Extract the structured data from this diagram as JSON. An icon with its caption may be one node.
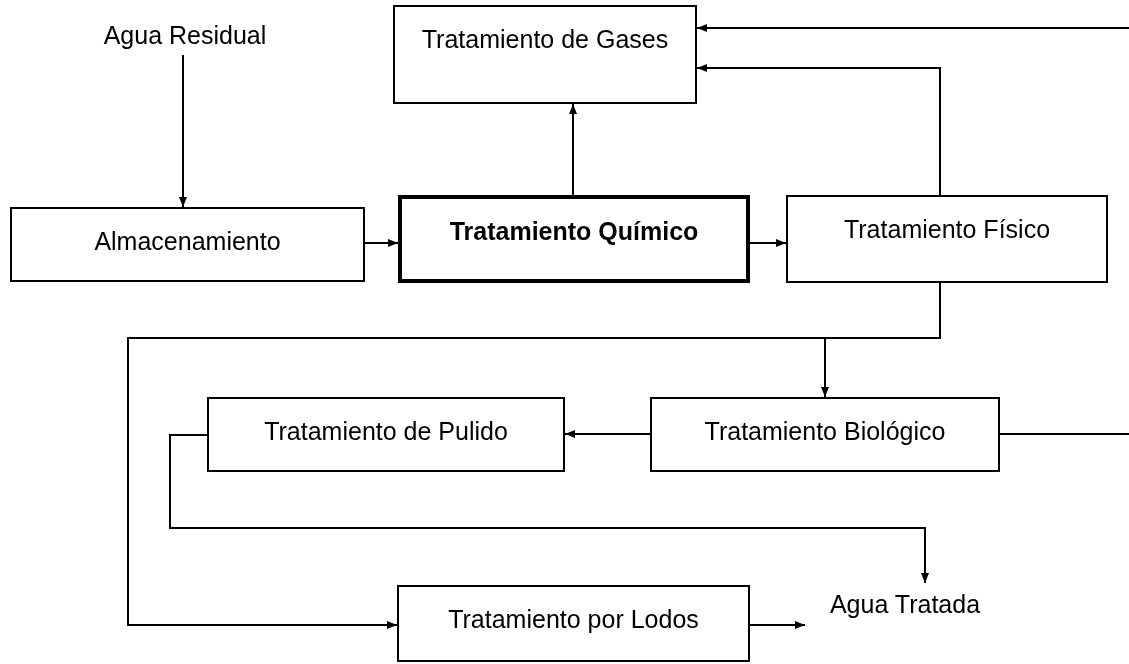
{
  "diagram": {
    "nodes": [
      {
        "text": [
          "Agua Residual"
        ]
      },
      {
        "text": [
          "Tratamiento de Gases"
        ]
      },
      {
        "text": [
          "Almacenamiento"
        ]
      },
      {
        "text": [
          "Tratamiento Químico"
        ]
      },
      {
        "text": [
          "Tratamiento Físico"
        ]
      },
      {
        "text": [
          "Tratamiento de Pulido"
        ]
      },
      {
        "text": [
          "Tratamiento Biológico"
        ]
      },
      {
        "text": [
          "Tratamiento por Lodos"
        ]
      },
      {
        "text": [
          "Agua Tratada"
        ]
      }
    ],
    "edges": [
      {
        "from": 0,
        "to": 2,
        "arrow": "to"
      },
      {
        "from": 2,
        "to": 3,
        "arrow": "to"
      },
      {
        "from": 3,
        "to": 4,
        "arrow": "to"
      },
      {
        "from": 3,
        "to": 1,
        "arrow": "to"
      },
      {
        "from": 4,
        "to": 1,
        "arrow": "to"
      },
      {
        "from": null,
        "to": 1,
        "arrow": "to"
      },
      {
        "from": 4,
        "to": 6,
        "arrow": "to"
      },
      {
        "from": 4,
        "to": 7,
        "arrow": "to"
      },
      {
        "from": 6,
        "to": 5,
        "arrow": "to"
      },
      {
        "from": 6,
        "to": null,
        "arrow": "none"
      },
      {
        "from": 5,
        "to": 8,
        "arrow": "to"
      },
      {
        "from": 7,
        "to": 8,
        "arrow": "to"
      }
    ]
  }
}
